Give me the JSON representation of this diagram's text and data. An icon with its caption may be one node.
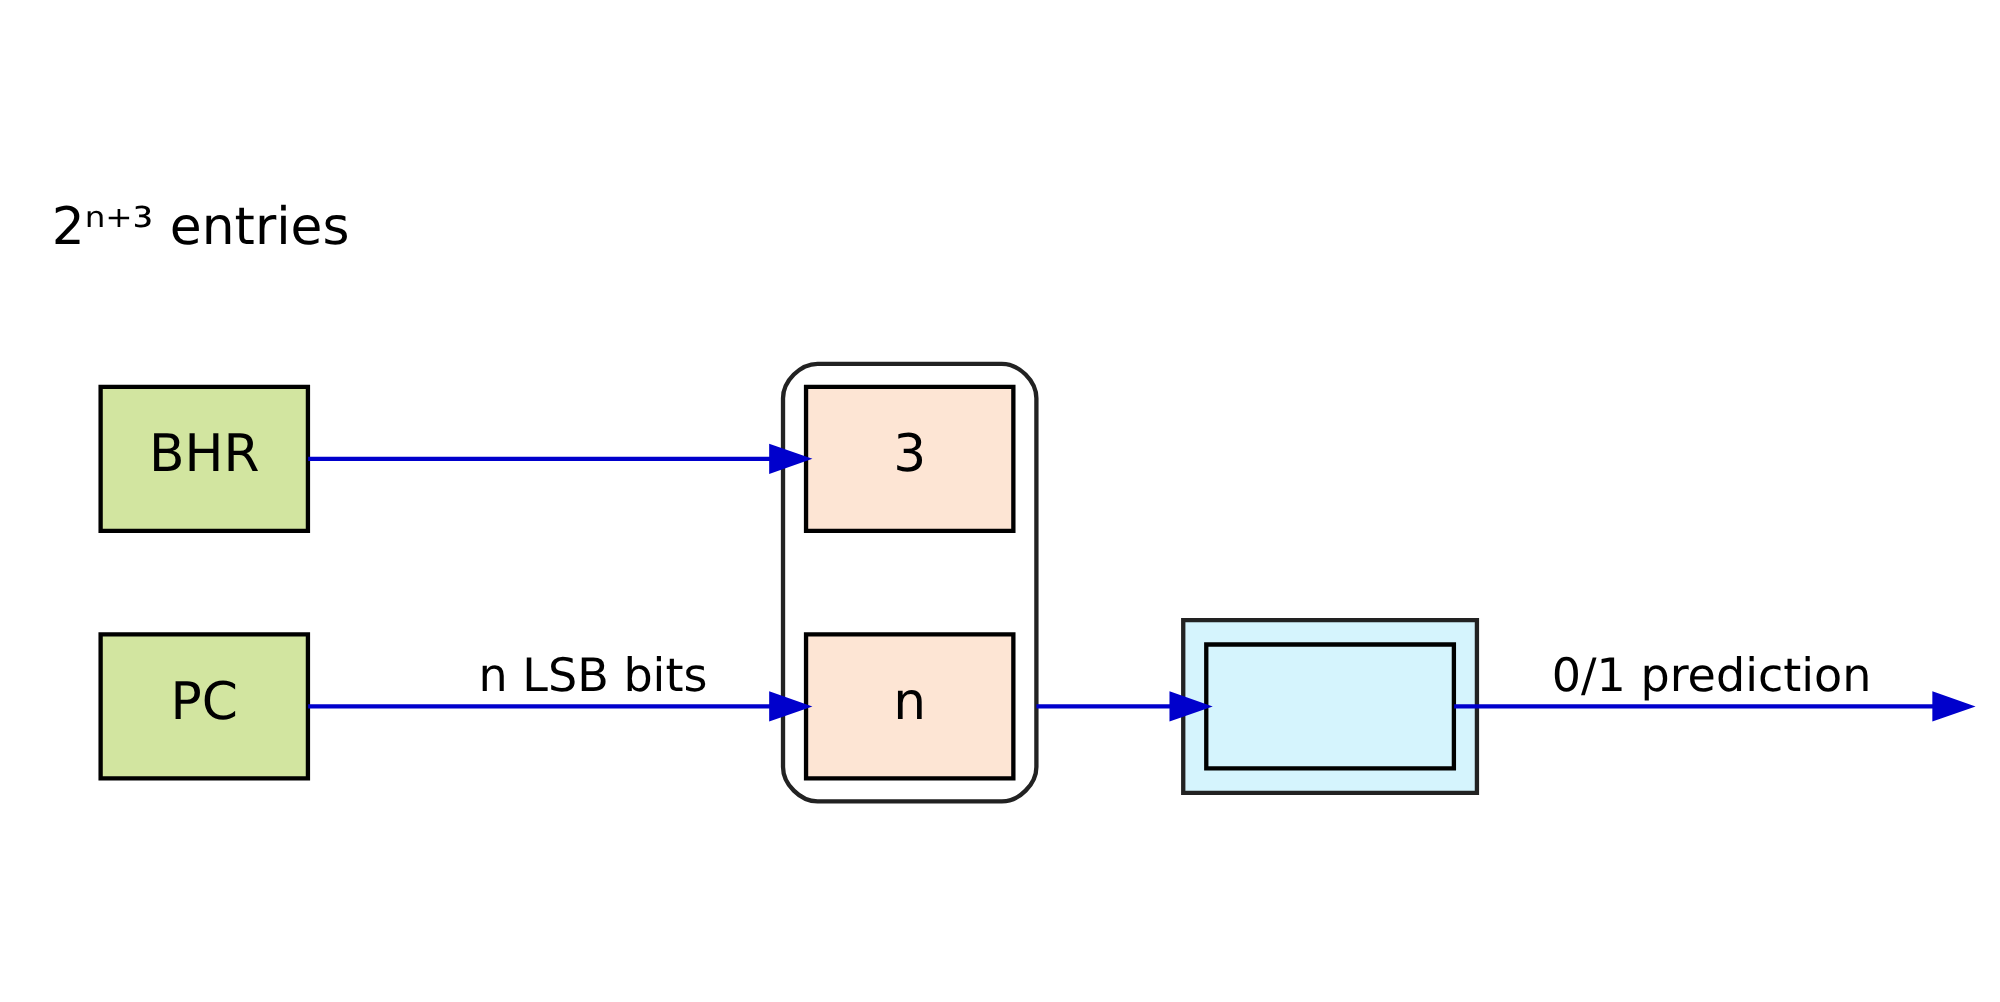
{
  "diagram": {
    "nodes": [
      {
        "text": [
          "BHR"
        ]
      },
      {
        "text": [
          "PC"
        ]
      },
      {
        "text": [],
        "shape": "box"
      },
      {
        "text": [
          "n"
        ],
        "in": 2
      },
      {
        "text": [
          "3"
        ],
        "in": 2
      },
      {
        "text": [],
        "shape": "bar"
      },
      {
        "text": [],
        "shape": "box",
        "in": 5
      }
    ],
    "edges": [
      {
        "from": 0,
        "to": 4,
        "arrow": "to"
      },
      {
        "from": 1,
        "to": 3,
        "arrow": "to",
        "label": "n LSB bits"
      },
      {
        "from": 2,
        "to": 6,
        "arrow": "to"
      },
      {
        "from": 6,
        "to": null,
        "arrow": "to",
        "label": "0/1 prediction"
      }
    ],
    "labels": [
      "2ⁿ⁺³ entries"
    ]
  }
}
